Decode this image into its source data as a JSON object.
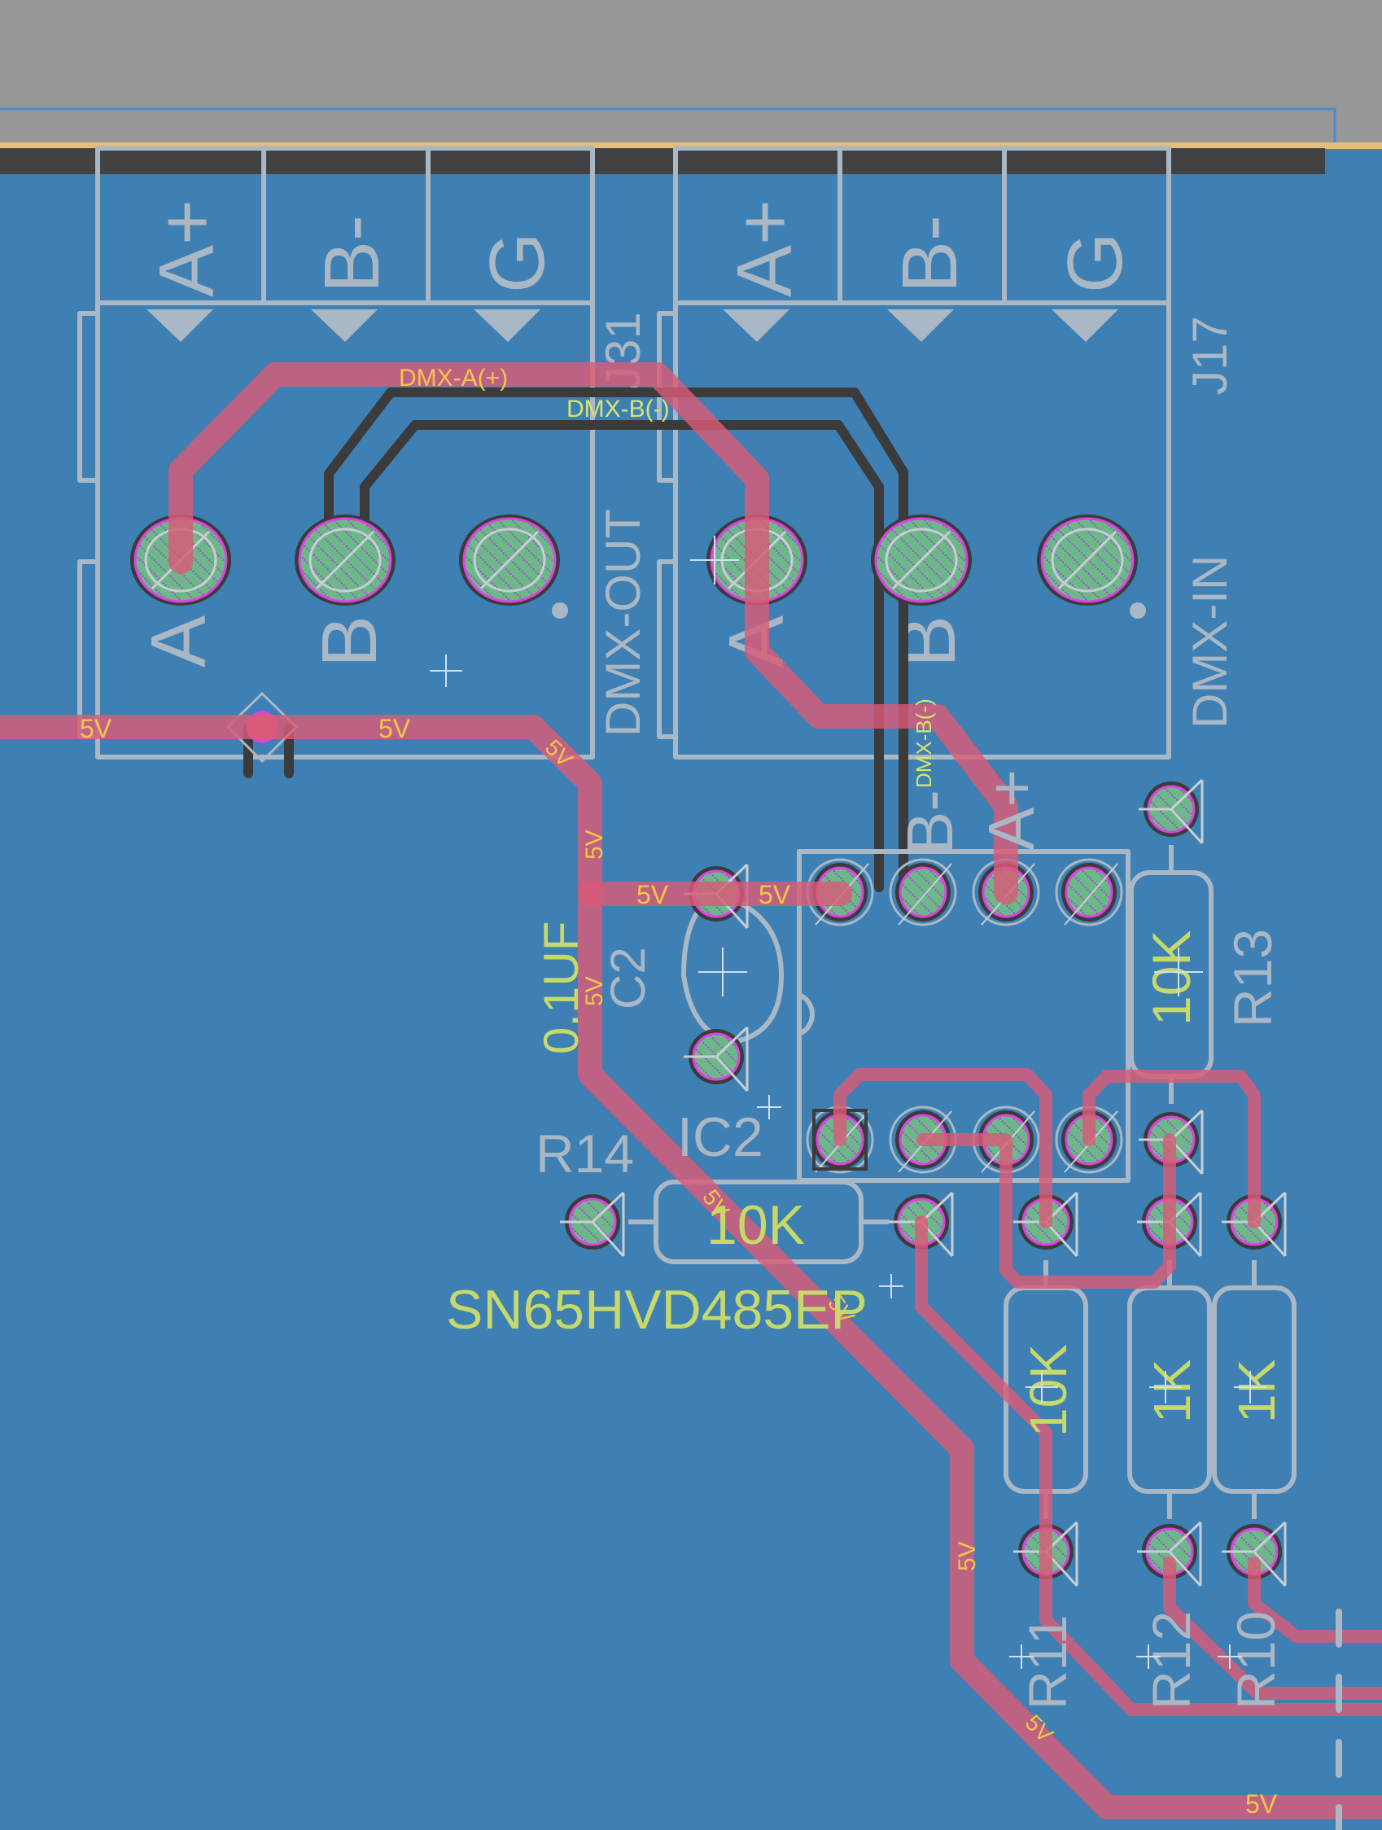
{
  "view": {
    "type": "pcb-layout",
    "background_color": "#979797",
    "copper_fill_color": "#3e7fb4",
    "top_trace_color": "#d95b78",
    "bottom_trace_color": "#3b3b3b",
    "silkscreen_color": "#a9b8c4",
    "value_text_color": "#c6d96a",
    "net_label_color": "#f2c649",
    "pad_color": "#6cb889"
  },
  "connectors": [
    {
      "ref": "J31",
      "name": "DMX-OUT",
      "header_labels": [
        "A+",
        "B-",
        "G"
      ],
      "pin_labels": [
        "A",
        "B"
      ]
    },
    {
      "ref": "J17",
      "name": "DMX-IN",
      "header_labels": [
        "A+",
        "B-",
        "G"
      ],
      "pin_labels": [
        "A",
        "B"
      ]
    }
  ],
  "ic": {
    "ref": "IC2",
    "value": "SN65HVD485EP",
    "pin_labels": [
      "B-",
      "A+"
    ]
  },
  "capacitor": {
    "ref": "C2",
    "value": "0.1UF"
  },
  "resistors": [
    {
      "ref": "R13",
      "value": "10K"
    },
    {
      "ref": "R14",
      "value": "10K"
    },
    {
      "ref": "R11",
      "value": "10K"
    },
    {
      "ref": "R12",
      "value": "1K"
    },
    {
      "ref": "R10",
      "value": "1K"
    }
  ],
  "net_labels": {
    "dmx_a": "DMX-A(+)",
    "dmx_b": "DMX-B(-)",
    "dmx_b_vertical": "DMX-B(-)",
    "power": "5V"
  }
}
